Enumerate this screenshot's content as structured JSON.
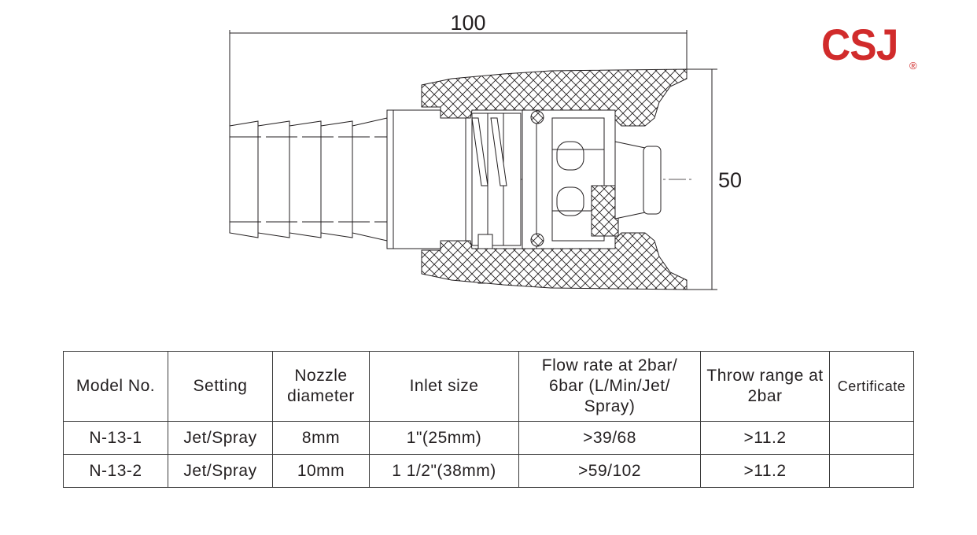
{
  "drawing": {
    "dimension_length": "100",
    "dimension_height": "50"
  },
  "logo": {
    "text": "CSJ",
    "registered": "®",
    "color": "#d12b2b"
  },
  "table": {
    "headers": [
      "Model No.",
      "Setting",
      "Nozzle diameter",
      "Inlet size",
      "Flow rate at 2bar/ 6bar (L/Min/Jet/ Spray)",
      "Throw range at 2bar",
      "Certificate"
    ],
    "rows": [
      [
        "N-13-1",
        "Jet/Spray",
        "8mm",
        "1\"(25mm)",
        ">39/68",
        ">11.2",
        ""
      ],
      [
        "N-13-2",
        "Jet/Spray",
        "10mm",
        "1 1/2\"(38mm)",
        ">59/102",
        ">11.2",
        ""
      ]
    ]
  }
}
